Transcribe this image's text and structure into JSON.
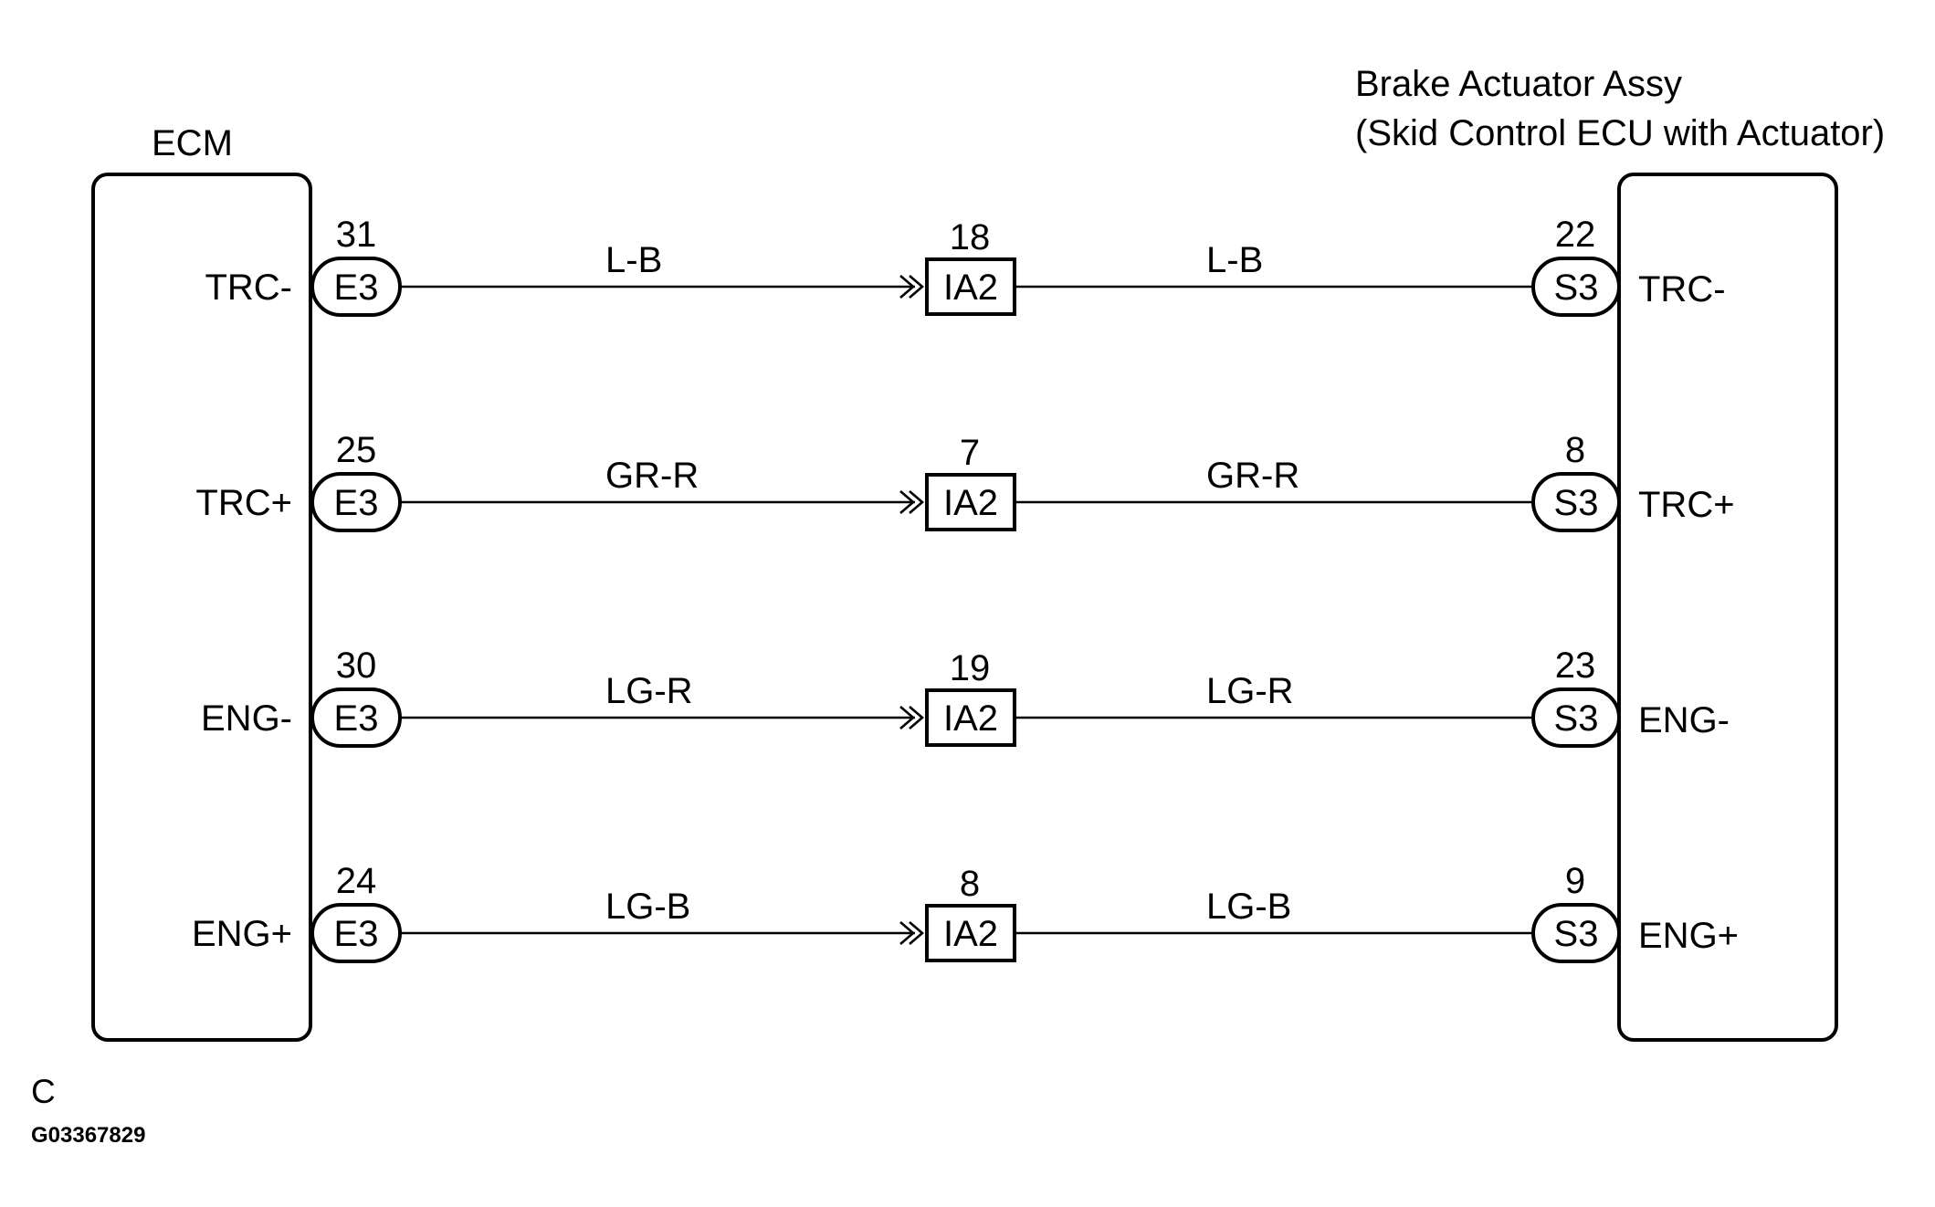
{
  "ecm": {
    "title": "ECM"
  },
  "actuator": {
    "title_line1": "Brake Actuator Assy",
    "title_line2": "(Skid Control ECU with Actuator)"
  },
  "circuits": [
    {
      "left_signal": "TRC-",
      "left_pin": "31",
      "left_connector": "E3",
      "wire_color_left": "L-B",
      "junction_pin": "18",
      "junction_connector": "IA2",
      "wire_color_right": "L-B",
      "right_pin": "22",
      "right_connector": "S3",
      "right_signal": "TRC-"
    },
    {
      "left_signal": "TRC+",
      "left_pin": "25",
      "left_connector": "E3",
      "wire_color_left": "GR-R",
      "junction_pin": "7",
      "junction_connector": "IA2",
      "wire_color_right": "GR-R",
      "right_pin": "8",
      "right_connector": "S3",
      "right_signal": "TRC+"
    },
    {
      "left_signal": "ENG-",
      "left_pin": "30",
      "left_connector": "E3",
      "wire_color_left": "LG-R",
      "junction_pin": "19",
      "junction_connector": "IA2",
      "wire_color_right": "LG-R",
      "right_pin": "23",
      "right_connector": "S3",
      "right_signal": "ENG-"
    },
    {
      "left_signal": "ENG+",
      "left_pin": "24",
      "left_connector": "E3",
      "wire_color_left": "LG-B",
      "junction_pin": "8",
      "junction_connector": "IA2",
      "wire_color_right": "LG-B",
      "right_pin": "9",
      "right_connector": "S3",
      "right_signal": "ENG+"
    }
  ],
  "footer": {
    "corner_letter": "C",
    "figure_id": "G03367829"
  },
  "colors": {
    "line": "#000000",
    "background": "#ffffff"
  }
}
